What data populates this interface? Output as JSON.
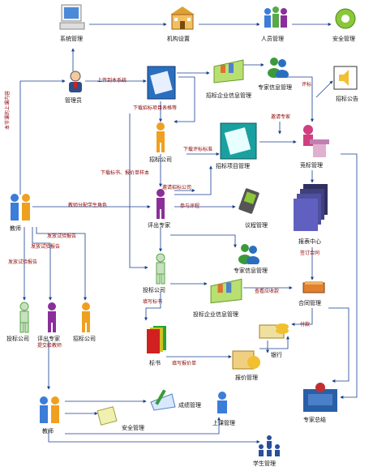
{
  "nodes": {
    "system_mgmt": "系统管理",
    "org_setup": "机构设置",
    "staff_mgmt": "人员管理",
    "security_mgmt_top": "安全管理",
    "admin": "管理员",
    "expert_info_top": "专家信息管理",
    "tender_notice": "招标公告",
    "tender_company_info_top": "招标企业信息管理",
    "tender_company": "招标公司",
    "tender_project_mgmt": "招标项目管理",
    "bid_mgmt": "竞标管理",
    "teacher_left": "教师",
    "review_expert": "评出专家",
    "course_mgmt": "议程管理",
    "report_center": "报表中心",
    "expert_info_mid": "专家信息管理",
    "bid_company_mid": "投标公司",
    "bid_company_info_mid": "投标企业信息管理",
    "contract_mgmt": "合同管理",
    "bid_company_bottom": "投标公司",
    "review_expert_bottom": "评出专家",
    "tender_company_bottom": "招标公司",
    "tender_docs": "标书",
    "bank": "银行",
    "quote_mgmt": "报价管理",
    "teacher_bottom": "教师",
    "security_mgmt_bottom": "安全管理",
    "score_mgmt": "成绩管理",
    "class_mgmt": "上课管理",
    "expert_summary": "专家总结",
    "student_mgmt": "学生管理"
  },
  "edges": {
    "upload_to_system": "上传到本系统",
    "this_lesson_content": "本节课的上课内容",
    "download_tender_template": "下载招标项目表格等",
    "review": "评标",
    "invite_expert": "邀请专家",
    "download_eval_standard": "下载评标标准",
    "download_bid_template": "下载标书、报价单样本",
    "teacher_assign_roles": "教师分配学生角色",
    "invite_tender_company": "邀请招标公司",
    "join_review": "参与评程",
    "issue_report_1": "发放试验报告",
    "issue_report_2": "发放试验报告",
    "issue_report_3": "发放试验报告",
    "sign_contract": "签订合同",
    "check_receivable": "查看应收款",
    "fill_bid": "填写标书",
    "payment": "付款",
    "submit_to_teacher": "提交给教师",
    "fill_quote": "填写报价单"
  },
  "colors": {
    "edge": "#1a3f8f",
    "edge_label": "#8b0000",
    "person_blue": "#3b7dd8",
    "person_orange": "#f0a020",
    "person_purple": "#8a2f9a",
    "person_green": "#5aa84a"
  }
}
